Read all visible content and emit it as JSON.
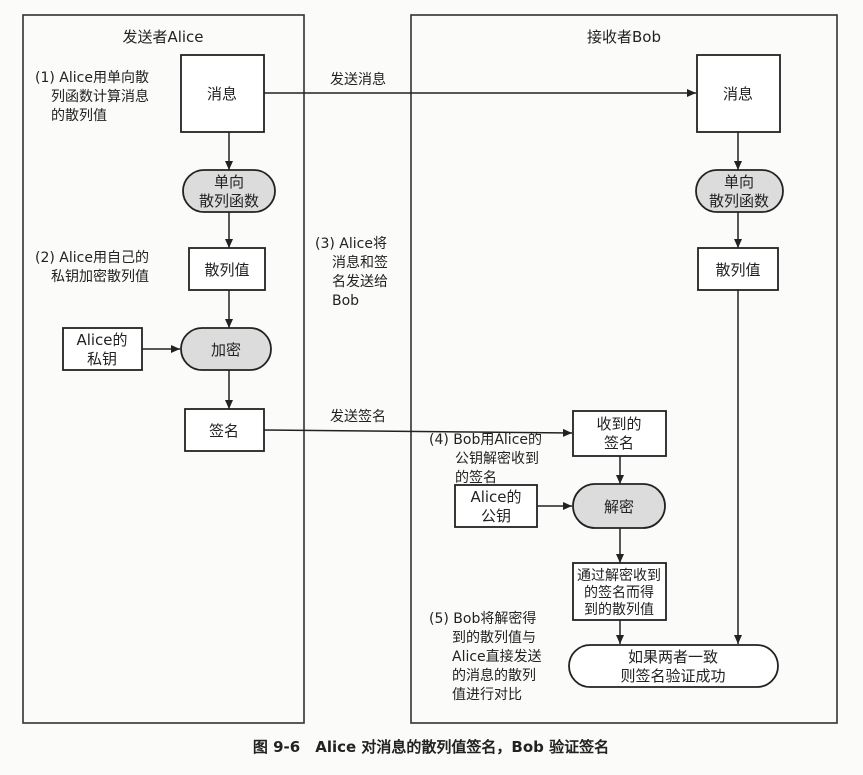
{
  "panels": {
    "sender_title": "发送者Alice",
    "receiver_title": "接收者Bob"
  },
  "nodes": {
    "alice_message": "消息",
    "alice_hash_fn": [
      "单向",
      "散列函数"
    ],
    "alice_hash_value": "散列值",
    "alice_private_key": [
      "Alice的",
      "私钥"
    ],
    "encrypt": "加密",
    "signature": "签名",
    "bob_message": "消息",
    "bob_hash_fn": [
      "单向",
      "散列函数"
    ],
    "bob_hash_value": "散列值",
    "received_signature": [
      "收到的",
      "签名"
    ],
    "alice_public_key": [
      "Alice的",
      "公钥"
    ],
    "decrypt": "解密",
    "decrypted_hash": [
      "通过解密收到",
      "的签名而得",
      "到的散列值"
    ],
    "result": [
      "如果两者一致",
      "则签名验证成功"
    ]
  },
  "edge_labels": {
    "send_message": "发送消息",
    "send_signature": "发送签名"
  },
  "notes": {
    "step1": [
      "(1) Alice用单向散",
      "列函数计算消息",
      "的散列值"
    ],
    "step2": [
      "(2) Alice用自己的",
      "私钥加密散列值"
    ],
    "step3": [
      "(3) Alice将",
      "消息和签",
      "名发送给",
      "Bob"
    ],
    "step4": [
      "(4) Bob用Alice的",
      "公钥解密收到",
      "的签名"
    ],
    "step5": [
      "(5) Bob将解密得",
      "到的散列值与",
      "Alice直接发送",
      "的消息的散列",
      "值进行对比"
    ]
  },
  "caption": "图 9-6　Alice 对消息的散列值签名，Bob 验证签名"
}
